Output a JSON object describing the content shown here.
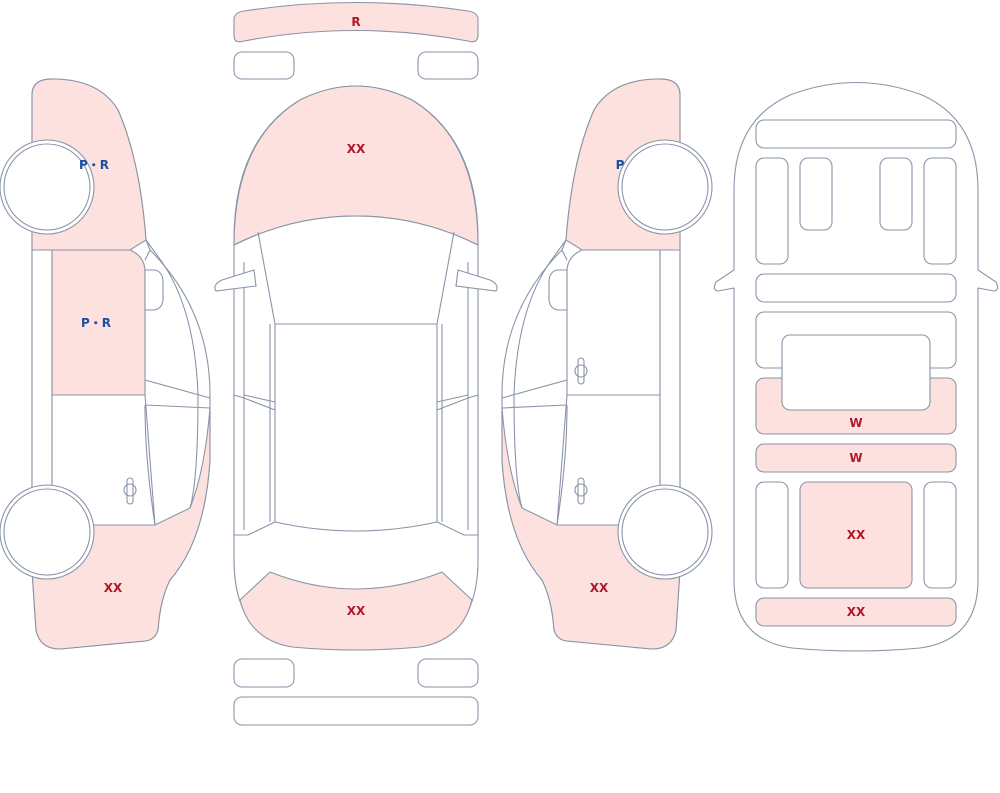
{
  "colors": {
    "damage_fill": "#fde1df",
    "outline": "#8a94a8",
    "code_red": "#b0182a",
    "code_blue": "#1c4fa0"
  },
  "labels": {
    "rear_spoiler": "R",
    "hood": "XX",
    "rear_bumper_top": "XX",
    "left_front_fender": "P・R",
    "left_front_door": "P・R",
    "left_rear_quarter": "XX",
    "right_front_fender": "P",
    "right_rear_quarter": "XX",
    "floor_panel_1": "W",
    "floor_panel_2": "W",
    "floor_center_panel": "XX",
    "floor_rear_panel": "XX"
  }
}
